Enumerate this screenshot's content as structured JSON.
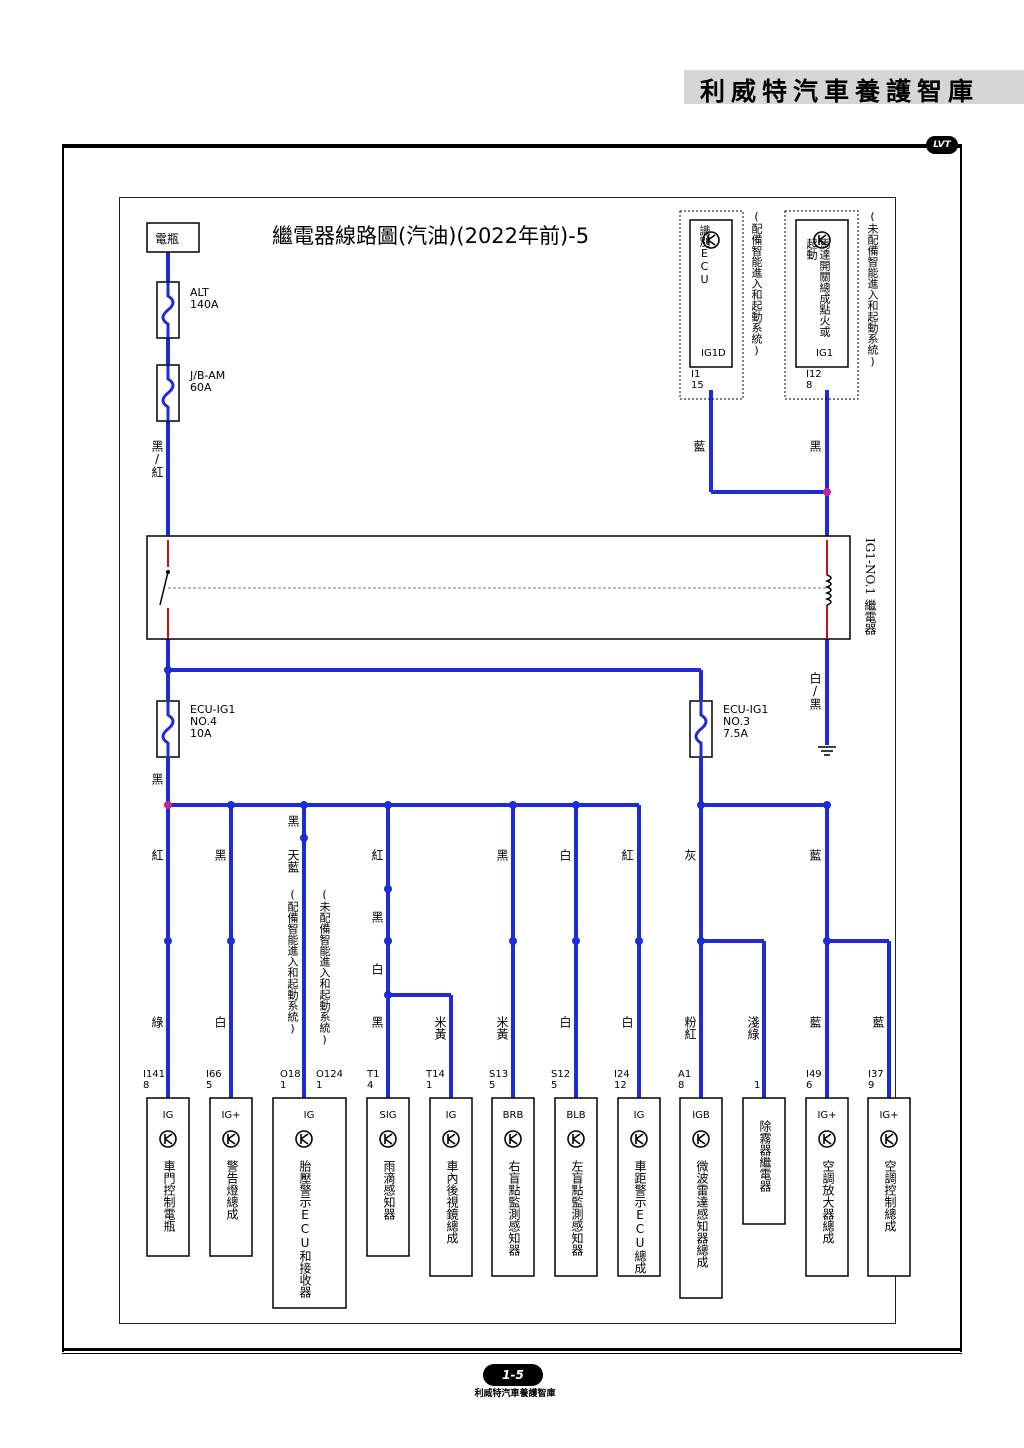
{
  "header": {
    "title": "利威特汽車養護智庫",
    "logo": "LVT"
  },
  "diagram": {
    "title": "繼電器線路圖(汽油)(2022年前)-5",
    "battery_label": "電瓶",
    "fuse_alt": {
      "name": "ALT",
      "rating": "140A"
    },
    "fuse_jb": {
      "name": "J/B-AM",
      "rating": "60A"
    },
    "wire_black_red": "黑/紅",
    "relay_label": "IG1-NO.1 繼電器",
    "top_ecu_left": {
      "name": "識別ECU",
      "pin": "IG1D",
      "connector": "I1",
      "pin_no": "15",
      "note": "(配備智能進入和起動系統)",
      "wire": "藍"
    },
    "top_ecu_right": {
      "name": "馬達開關總成點火或起動",
      "pin": "IG1",
      "connector": "I12",
      "pin_no": "8",
      "note": "(未配備智能進入和起動系統)",
      "wire": "黑"
    },
    "relay_coil_wire": "白/黑",
    "fuse_ecu_ig1_no4": {
      "name": "ECU-IG1",
      "no": "NO.4",
      "rating": "10A"
    },
    "fuse_ecu_ig1_no3": {
      "name": "ECU-IG1",
      "no": "NO.3",
      "rating": "7.5A"
    },
    "wire_black_after_no4": "黑",
    "tire_note_with": "(配備智能進入和起動系統)",
    "tire_note_without": "(未配備智能進入和起動系統)",
    "branches": [
      {
        "upper_wire": "紅",
        "lower_wire": "綠",
        "connector": "I141",
        "pin": "8",
        "pin_name": "IG",
        "component": "車門控制電瓶"
      },
      {
        "upper_wire": "黑",
        "lower_wire": "白",
        "connector": "I66",
        "pin": "5",
        "pin_name": "IG+",
        "component": "警告燈總成"
      },
      {
        "upper_wire": "黑",
        "upper_wire2": "天藍",
        "lower_wire": "",
        "connector": "O18",
        "pin": "1",
        "connector2": "O124",
        "pin2": "1",
        "pin_name": "IG",
        "component": "胎壓警示ECU和接收器"
      },
      {
        "upper_wire": "紅",
        "mid_wire": "黑",
        "mid_wire2": "白",
        "lower_wire": "黑",
        "connector": "T1",
        "pin": "4",
        "pin_name": "SIG",
        "component": "雨滴感知器"
      },
      {
        "lower_wire": "米黃",
        "connector": "T14",
        "pin": "1",
        "pin_name": "IG",
        "component": "車內後視鏡總成"
      },
      {
        "upper_wire": "黑",
        "lower_wire": "米黃",
        "connector": "S13",
        "pin": "5",
        "pin_name": "BRB",
        "component": "右盲點監測感知器"
      },
      {
        "upper_wire": "白",
        "lower_wire": "白",
        "connector": "S12",
        "pin": "5",
        "pin_name": "BLB",
        "component": "左盲點監測感知器"
      },
      {
        "upper_wire": "紅",
        "lower_wire": "白",
        "connector": "I24",
        "pin": "12",
        "pin_name": "IG",
        "component": "車距警示ECU總成"
      },
      {
        "upper_wire": "灰",
        "lower_wire": "粉紅",
        "connector": "A1",
        "pin": "8",
        "pin_name": "IGB",
        "component": "微波雷達感知器總成"
      },
      {
        "lower_wire": "淺綠",
        "connector": "",
        "pin": "1",
        "pin_name": "",
        "component": "除霧器繼電器"
      },
      {
        "upper_wire": "藍",
        "lower_wire": "藍",
        "connector": "I49",
        "pin": "6",
        "pin_name": "IG+",
        "component": "空調放大器總成"
      },
      {
        "lower_wire": "藍",
        "connector": "I37",
        "pin": "9",
        "pin_name": "IG+",
        "component": "空調控制總成"
      }
    ]
  },
  "footer": {
    "page": "1-5",
    "brand": "利威特汽車養護智庫"
  },
  "colors": {
    "wire": "#1f2bd6",
    "junction": "#c0289a",
    "relay_lead": "#d01010",
    "header_bg": "#d6d6d6"
  }
}
